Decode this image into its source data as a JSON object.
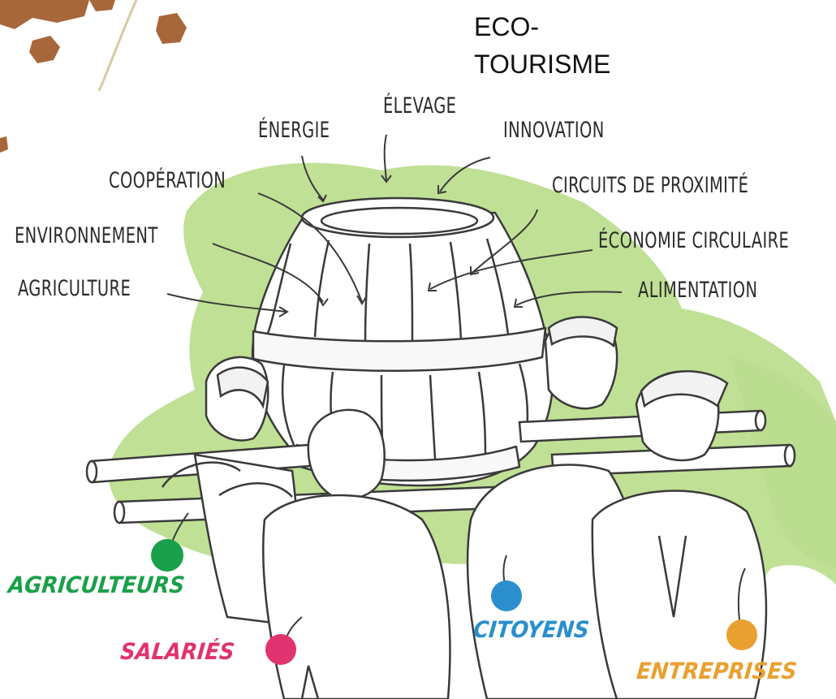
{
  "top_label": {
    "line1": "ECO-",
    "line2": "TOURISME"
  },
  "themes": {
    "energie": "ÉNERGIE",
    "elevage": "ÉLEVAGE",
    "innovation": "INNOVATION",
    "cooperation": "COOPÉRATION",
    "circuits": "CIRCUITS DE PROXIMITÉ",
    "environnement": "ENVIRONNEMENT",
    "economie": "ÉCONOMIE CIRCULAIRE",
    "agriculture": "AGRICULTURE",
    "alimentation": "ALIMENTATION"
  },
  "groups": [
    {
      "key": "agriculteurs",
      "label": "AGRICULTEURS",
      "color": "#1aa04a"
    },
    {
      "key": "salaries",
      "label": "SALARIÉS",
      "color": "#e0336f"
    },
    {
      "key": "citoyens",
      "label": "CITOYENS",
      "color": "#2a8fcc"
    },
    {
      "key": "entreprises",
      "label": "ENTREPRISES",
      "color": "#e9a030"
    }
  ],
  "palette": {
    "background_wash": "#8cc63e",
    "ink": "#3a3a3a",
    "soil": "#a8673a"
  }
}
